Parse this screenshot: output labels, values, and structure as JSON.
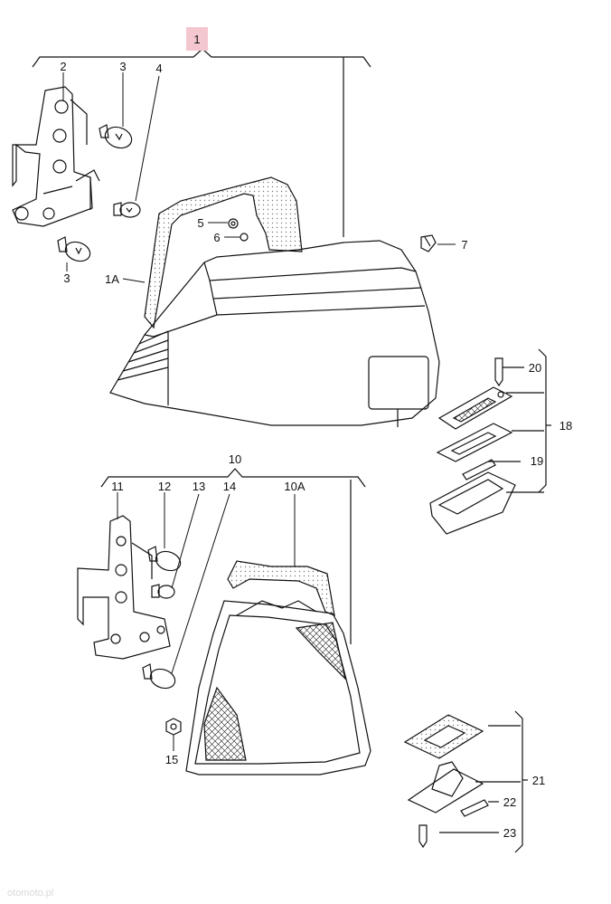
{
  "callouts": {
    "c1": "1",
    "c1A": "1A",
    "c2": "2",
    "c3a": "3",
    "c3b": "3",
    "c4": "4",
    "c5": "5",
    "c6": "6",
    "c7": "7",
    "c10": "10",
    "c10A": "10A",
    "c11": "11",
    "c12": "12",
    "c13": "13",
    "c14": "14",
    "c15": "15",
    "c18": "18",
    "c19": "19",
    "c20": "20",
    "c21": "21",
    "c22": "22",
    "c23": "23"
  },
  "watermark": "otomoto.pl",
  "colors": {
    "line": "#111111",
    "highlight": "#f4c7cf",
    "stipple": "#9a9a9a"
  }
}
